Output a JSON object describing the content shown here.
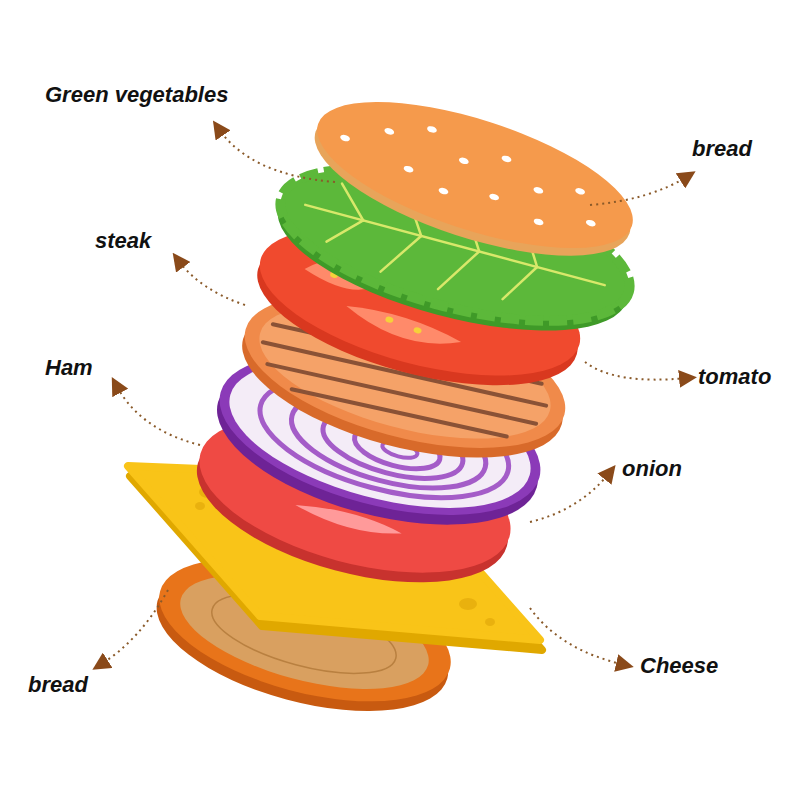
{
  "diagram": {
    "labels": [
      "Green vegetables",
      "bread",
      "steak",
      "Ham",
      "tomato",
      "onion",
      "Cheese",
      "bread"
    ]
  }
}
